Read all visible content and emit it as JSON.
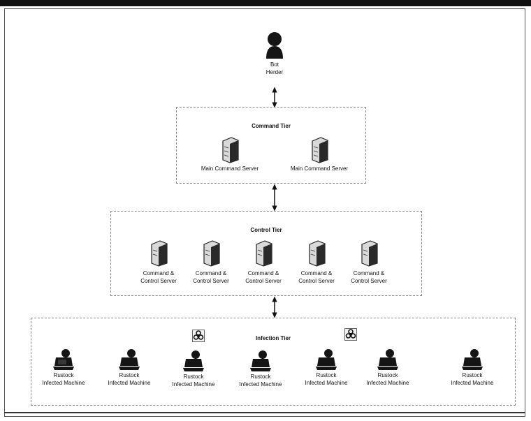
{
  "bot_herder": {
    "label_line1": "Bot",
    "label_line2": "Herder",
    "icon": "person-silhouette-icon"
  },
  "command_tier": {
    "title": "Command Tier",
    "servers": [
      {
        "label": "Main Command Server",
        "icon": "server-icon"
      },
      {
        "label": "Main Command Server",
        "icon": "server-icon"
      }
    ]
  },
  "control_tier": {
    "title": "Control Tier",
    "servers": [
      {
        "line1": "Command &",
        "line2": "Control Server",
        "icon": "server-icon"
      },
      {
        "line1": "Command &",
        "line2": "Control Server",
        "icon": "server-icon"
      },
      {
        "line1": "Command &",
        "line2": "Control Server",
        "icon": "server-icon"
      },
      {
        "line1": "Command &",
        "line2": "Control Server",
        "icon": "server-icon"
      },
      {
        "line1": "Command &",
        "line2": "Control Server",
        "icon": "server-icon"
      }
    ]
  },
  "infection_tier": {
    "title": "Infection Tier",
    "hazard_icons": [
      "biohazard-icon",
      "biohazard-icon"
    ],
    "machines": [
      {
        "line1": "Rustock",
        "line2": "Infected Machine",
        "icon": "infected-computer-icon"
      },
      {
        "line1": "Rustock",
        "line2": "Infected Machine",
        "icon": "infected-computer-icon"
      },
      {
        "line1": "Rustock",
        "line2": "Infected Machine",
        "icon": "infected-computer-icon"
      },
      {
        "line1": "Rustock",
        "line2": "Infected Machine",
        "icon": "infected-computer-icon"
      },
      {
        "line1": "Rustock",
        "line2": "Infected Machine",
        "icon": "infected-computer-icon"
      },
      {
        "line1": "Rustock",
        "line2": "Infected Machine",
        "icon": "infected-computer-icon"
      },
      {
        "line1": "Rustock",
        "line2": "Infected Machine",
        "icon": "infected-computer-icon"
      }
    ]
  },
  "colors": {
    "icon_dark": "#151515",
    "server_light": "#d9d9d9",
    "border": "#888888"
  }
}
